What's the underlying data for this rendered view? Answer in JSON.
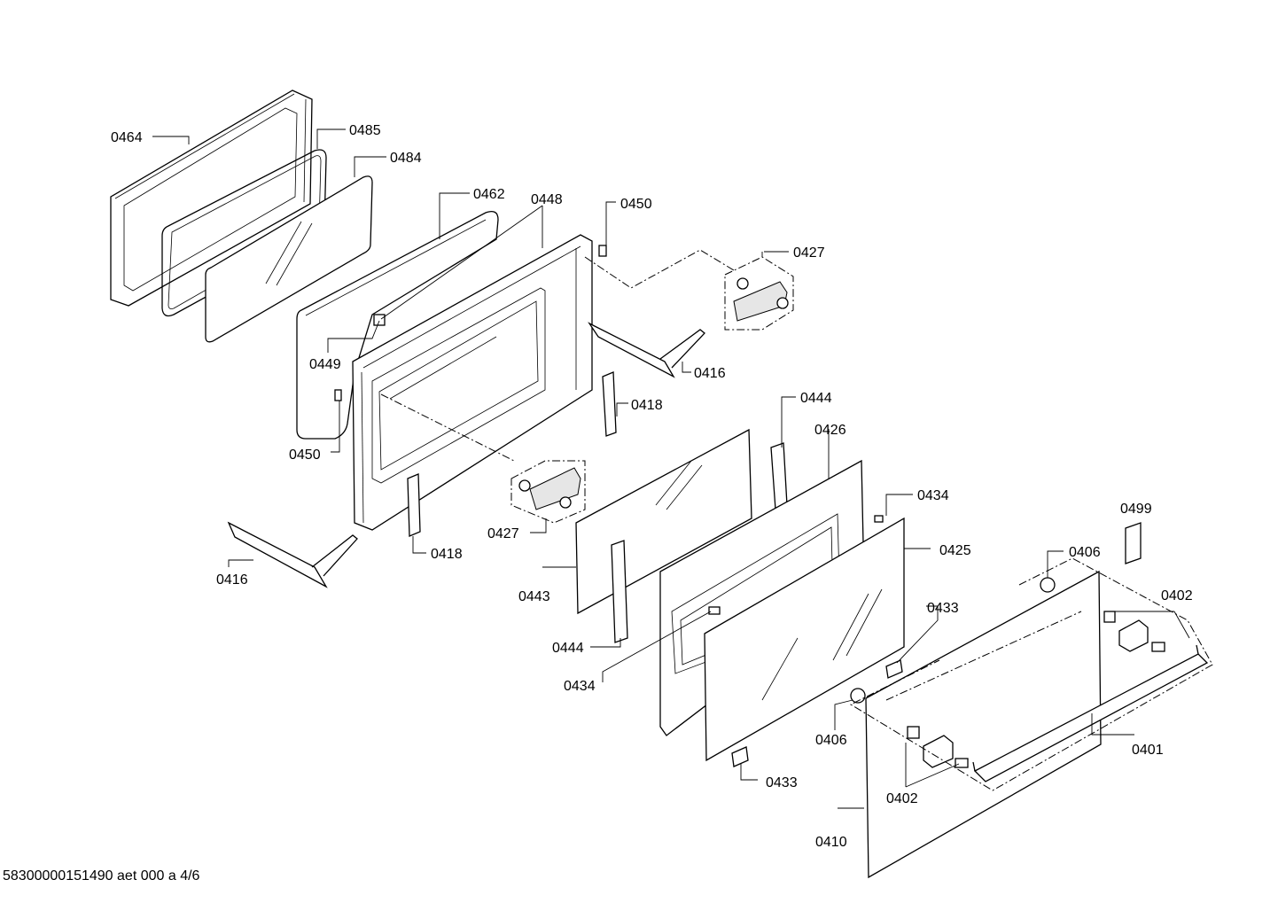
{
  "labels": {
    "l0464": "0464",
    "l0485": "0485",
    "l0484": "0484",
    "l0462": "0462",
    "l0448": "0448",
    "l0450a": "0450",
    "l0427a": "0427",
    "l0449": "0449",
    "l0416a": "0416",
    "l0450b": "0450",
    "l0418a": "0418",
    "l0444a": "0444",
    "l0426": "0426",
    "l0427b": "0427",
    "l0418b": "0418",
    "l0434a": "0434",
    "l0499": "0499",
    "l0416b": "0416",
    "l0443": "0443",
    "l0425": "0425",
    "l0406a": "0406",
    "l0402a": "0402",
    "l0433a": "0433",
    "l0444b": "0444",
    "l0434b": "0434",
    "l0406b": "0406",
    "l0401": "0401",
    "l0433b": "0433",
    "l0402b": "0402",
    "l0410": "0410"
  },
  "footer": {
    "doc_id": "58300000151490 aet 000 a 4/6"
  }
}
